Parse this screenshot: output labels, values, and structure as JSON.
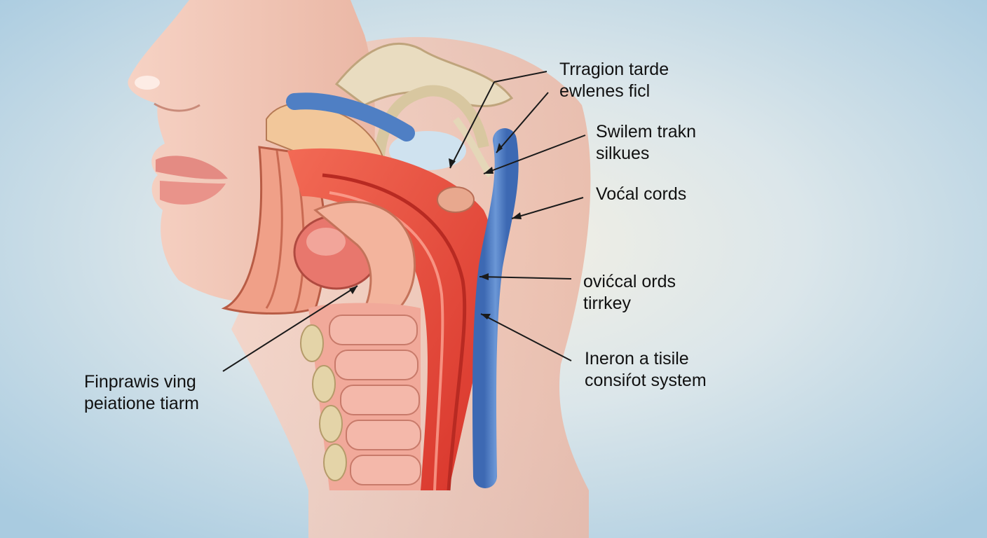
{
  "labels": {
    "top": {
      "line1": "Trragion tarde",
      "line2": "ewlenes ficl"
    },
    "upper_right": {
      "line1": "Swilem trakn",
      "line2": "silkues"
    },
    "vocal": {
      "line1": "Voćal cords"
    },
    "middle_right": {
      "line1": "ovićcal ords",
      "line2": "tirrkey"
    },
    "lower_right": {
      "line1": "Ineron a tisile",
      "line2": "consiŕot system"
    },
    "left": {
      "line1": "Finprawis ving",
      "line2": "peiatione tiarm"
    }
  },
  "colors": {
    "background": "#b9d6e6",
    "skin": "#f2c4b4",
    "muscle_red": "#e8473a",
    "trachea_pink": "#f1a99a",
    "vessel_blue": "#4f7fc4",
    "cartilage_cream": "#e9dcc0",
    "label_text": "#111111",
    "leader_line": "#1a1a1a"
  }
}
